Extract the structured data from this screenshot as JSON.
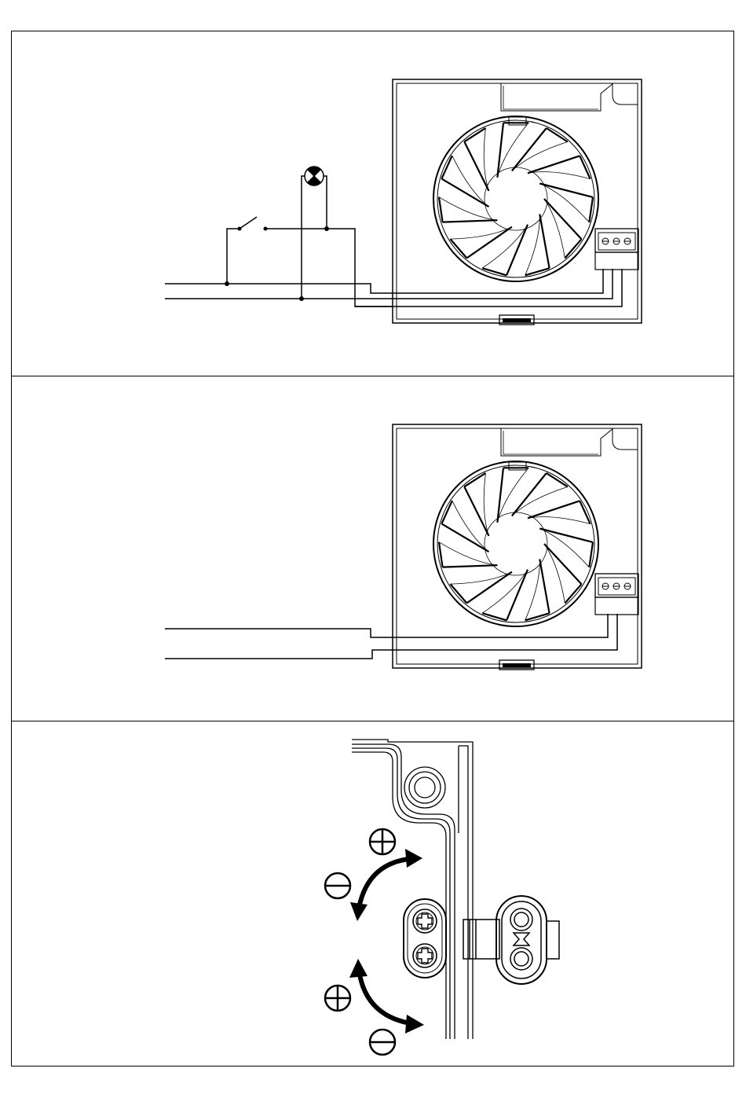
{
  "panels": [
    {
      "id": "wiring-with-switch-and-lamp"
    },
    {
      "id": "wiring-direct-two-wire"
    },
    {
      "id": "timer-adjustment-detail"
    }
  ],
  "adjustment": {
    "upper_plus": "⊕",
    "upper_minus": "⊖",
    "lower_plus": "⊕",
    "lower_minus": "⊖"
  },
  "colors": {
    "line": "#000000",
    "background": "#ffffff"
  }
}
